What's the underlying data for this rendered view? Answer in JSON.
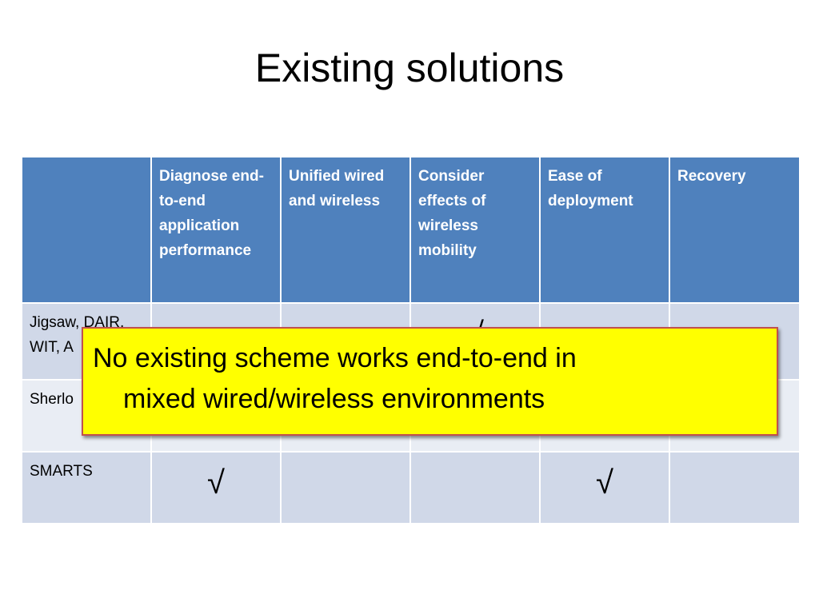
{
  "slide": {
    "title": "Existing solutions"
  },
  "table": {
    "headers": [
      "",
      "Diagnose end-to-end application performance",
      "Unified wired and wireless",
      "Consider effects of wireless mobility",
      "Ease of deployment",
      "Recovery"
    ],
    "rows": [
      {
        "label": "Jigsaw, DAIR, WIT, A",
        "cells": [
          "",
          "",
          "√",
          "",
          ""
        ]
      },
      {
        "label": "Sherlo",
        "cells": [
          "",
          "",
          "",
          "",
          ""
        ]
      },
      {
        "label": "SMARTS",
        "cells": [
          "√",
          "",
          "",
          "√",
          ""
        ]
      }
    ]
  },
  "callout": {
    "line1": "No existing scheme works end-to-end in",
    "line2": "mixed wired/wireless environments"
  },
  "colors": {
    "header_bg": "#4f81bd",
    "row_band_dark": "#d0d8e8",
    "row_band_light": "#e9edf4",
    "callout_bg": "#ffff00",
    "callout_border": "#c0504d"
  }
}
